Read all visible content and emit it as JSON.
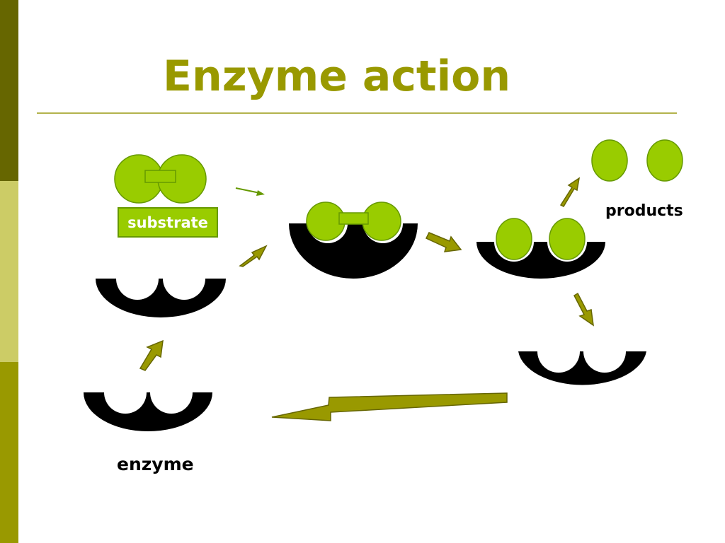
{
  "slide": {
    "title": "Enzyme action",
    "labels": {
      "substrate": "substrate",
      "products": "products",
      "enzyme": "enzyme"
    }
  },
  "colors": {
    "sidebar_dark": "#666600",
    "sidebar_light": "#cccc66",
    "sidebar_mid": "#999900",
    "title": "#999900",
    "rule": "#b3b34d",
    "molecule_fill": "#99cc00",
    "molecule_stroke": "#669900",
    "enzyme": "#000000",
    "arrow_fill": "#999900",
    "arrow_stroke": "#666600",
    "substrate_label_bg": "#99cc00",
    "substrate_label_text": "#ffffff"
  }
}
